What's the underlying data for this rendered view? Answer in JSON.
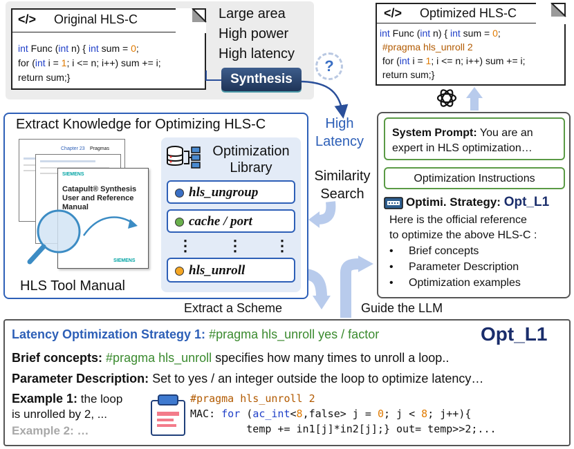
{
  "original": {
    "tag_icon": "</>",
    "title": "Original HLS-C",
    "code": [
      [
        {
          "t": "int",
          "c": "kw"
        },
        {
          "t": " Func ("
        },
        {
          "t": "int",
          "c": "kw"
        },
        {
          "t": " n) { "
        },
        {
          "t": "int",
          "c": "kw"
        },
        {
          "t": " sum = "
        },
        {
          "t": "0",
          "c": "num"
        },
        {
          "t": ";"
        }
      ],
      [
        {
          "t": "for ("
        },
        {
          "t": "int",
          "c": "kw"
        },
        {
          "t": " i = "
        },
        {
          "t": "1",
          "c": "num"
        },
        {
          "t": "; i <= n; i++) sum += i;"
        }
      ],
      [
        {
          "t": "return sum;}"
        }
      ]
    ]
  },
  "issues": [
    "Large area",
    "High power",
    "High latency"
  ],
  "synthesis_label": "Synthesis",
  "question_mark": "?",
  "high_latency": [
    "High",
    "Latency"
  ],
  "similarity_search": [
    "Similarity",
    "Search"
  ],
  "optimized": {
    "tag_icon": "</>",
    "title": "Optimized HLS-C",
    "code": [
      [
        {
          "t": "int",
          "c": "kw"
        },
        {
          "t": " Func ("
        },
        {
          "t": "int",
          "c": "kw"
        },
        {
          "t": " n) { "
        },
        {
          "t": "int",
          "c": "kw"
        },
        {
          "t": " sum = "
        },
        {
          "t": "0",
          "c": "num"
        },
        {
          "t": ";"
        }
      ],
      [
        {
          "t": " "
        },
        {
          "t": "#pragma hls_unroll 2",
          "c": "pragma"
        }
      ],
      [
        {
          "t": " for ("
        },
        {
          "t": "int",
          "c": "kw"
        },
        {
          "t": " i = "
        },
        {
          "t": "1",
          "c": "num"
        },
        {
          "t": "; i <= n; i++) sum += i;"
        }
      ],
      [
        {
          "t": " return sum;}"
        }
      ]
    ]
  },
  "extract_knowledge": {
    "title": "Extract Knowledge for Optimizing HLS-C",
    "manual_label": "HLS Tool Manual",
    "manual_cover": {
      "brand": "SIEMENS",
      "title_line1": "Catapult® Synthesis",
      "title_line2": "User and Reference",
      "title_line3": "Manual",
      "footer_brand": "SIEMENS",
      "chapter": "Chapter 23",
      "chapter_word": "Pragmas"
    },
    "library_title": [
      "Optimization",
      "Library"
    ],
    "library_items": [
      {
        "label": "hls_ungroup",
        "dot_color": "#3a6fc4"
      },
      {
        "label": "cache / port",
        "dot_color": "#6ab04c"
      },
      {
        "label": "hls_unroll",
        "dot_color": "#f5a623"
      }
    ],
    "ellipsis": "⋮"
  },
  "llm_panel": {
    "system_prompt_label": "System Prompt:",
    "system_prompt_text": [
      "You are an",
      "expert in HLS optimization…"
    ],
    "instructions": "Optimization Instructions",
    "strategy_label": "Optimi. Strategy:",
    "strategy_value": "Opt_L1",
    "reference_text": [
      "Here is the official reference",
      "to optimize the above HLS-C :"
    ],
    "bullets": [
      "Brief concepts",
      "Parameter Description",
      "Optimization examples"
    ]
  },
  "extract_scheme": "Extract a Scheme",
  "guide_llm": "Guide the LLM",
  "strategy": {
    "heading": "Latency Optimization Strategy 1:",
    "heading_pragma": "#pragma hls_unroll yes / factor",
    "tag": "Opt_L1",
    "concepts_label": "Brief concepts:",
    "concepts_pragma": "#pragma hls_unroll",
    "concepts_text": "specifies how many times to unroll a loop..",
    "param_label": "Parameter Description:",
    "param_text": "Set to yes / an integer outside the loop to optimize latency…",
    "example1_label": "Example 1:",
    "example1_text": [
      "the loop",
      "is unrolled by 2, ..."
    ],
    "example2": "Example 2: …",
    "code": [
      [
        {
          "t": "#pragma hls_unroll 2",
          "c": "pragma"
        }
      ],
      [
        {
          "t": "MAC: "
        },
        {
          "t": "for",
          "c": "kw"
        },
        {
          "t": " ("
        },
        {
          "t": "ac_int",
          "c": "kw"
        },
        {
          "t": "<"
        },
        {
          "t": "8",
          "c": "num"
        },
        {
          "t": ",false> j = "
        },
        {
          "t": "0",
          "c": "num"
        },
        {
          "t": "; j < "
        },
        {
          "t": "8",
          "c": "num"
        },
        {
          "t": "; j++){"
        }
      ],
      [
        {
          "t": "         temp += in1[j]*in2[j];} out= temp>>2;..."
        }
      ]
    ]
  },
  "colors": {
    "accent_blue": "#2d5fb7",
    "navy": "#1a2d6b",
    "green": "#3a8a2e",
    "keyword": "#1f3fc8",
    "number": "#e07a00"
  }
}
